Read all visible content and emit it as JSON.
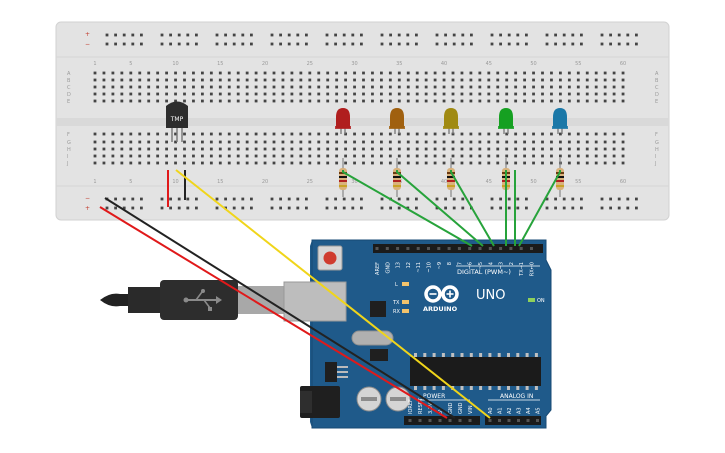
{
  "breadboard": {
    "column_numbers": [
      "1",
      "5",
      "10",
      "15",
      "20",
      "25",
      "30",
      "35",
      "40",
      "45",
      "50",
      "55",
      "60"
    ],
    "row_letters_top": [
      "A",
      "B",
      "C",
      "D",
      "E"
    ],
    "row_letters_bottom": [
      "F",
      "G",
      "H",
      "I",
      "J"
    ],
    "rail_plus": "+",
    "rail_minus": "−"
  },
  "sensor": {
    "label": "TMP"
  },
  "leds": [
    {
      "color_name": "red",
      "color": "#b01e1e"
    },
    {
      "color_name": "orange",
      "color": "#a0600f"
    },
    {
      "color_name": "yellow",
      "color": "#a08a12"
    },
    {
      "color_name": "green",
      "color": "#15a021"
    },
    {
      "color_name": "blue",
      "color": "#1b78a8"
    }
  ],
  "arduino": {
    "brand": "ARDUINO",
    "model": "UNO",
    "logo_icon": "infinity-logo-icon",
    "on_label": "ON",
    "l_label": "L",
    "tx_label": "TX",
    "rx_label": "RX",
    "digital_label": "DIGITAL (PWM~)",
    "power_label": "POWER",
    "analog_label": "ANALOG IN",
    "digital_pins": [
      "AREF",
      "GND",
      "13",
      "12",
      "~11",
      "~10",
      "~9",
      "8",
      "7",
      "~6",
      "~5",
      "4",
      "~3",
      "2",
      "TX→1",
      "RX←0"
    ],
    "power_pins": [
      "IOREF",
      "RESET",
      "3.3V",
      "5V",
      "GND",
      "GND",
      "VIN"
    ],
    "analog_pins": [
      "A0",
      "A1",
      "A2",
      "A3",
      "A4",
      "A5"
    ]
  },
  "usb_cable": {
    "icon": "usb-icon"
  },
  "colors": {
    "board_blue": "#1f5a8a",
    "wire_red": "#e0191a",
    "wire_black": "#222222",
    "wire_yellow": "#f0d51a",
    "wire_green": "#27a33b"
  }
}
